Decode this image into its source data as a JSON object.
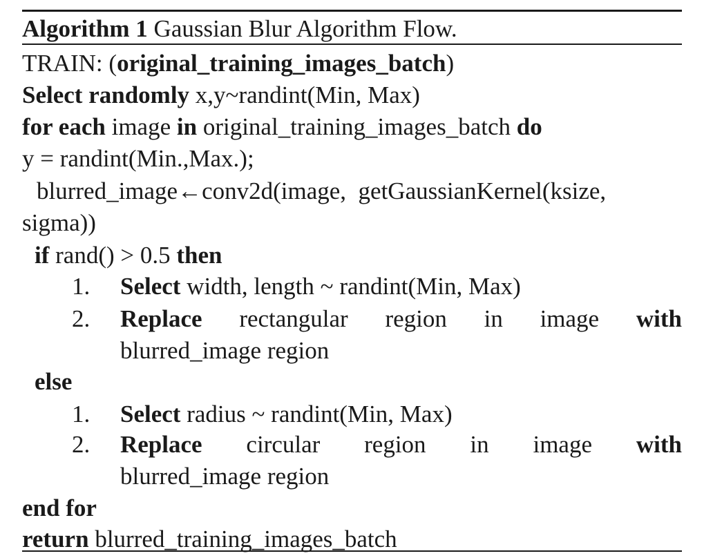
{
  "caption": {
    "label": "Algorithm 1",
    "title": "Gaussian Blur Algorithm Flow."
  },
  "lines": {
    "train_prefix": "TRAIN: (",
    "train_arg": "original_training_images_batch",
    "train_suffix": ")",
    "select_kw": "Select randomly",
    "select_rest": " x,y~randint(Min, Max)",
    "for_kw": "for each",
    "for_mid": " image ",
    "for_in": "in",
    "for_rest": " original_training_images_batch ",
    "for_do": "do",
    "y_assign": "y = randint(Min.,Max.);",
    "blur_line1": "blurred_image←conv2d(image,  getGaussianKernel(ksize,",
    "blur_line2": "sigma))",
    "if_kw": "if",
    "if_cond": " rand() > 0.5 ",
    "if_then": "then",
    "if_step1_num": "1.",
    "if_step1_kw": "Select",
    "if_step1_rest": " width, length ~ randint(Min, Max)",
    "if_step2_num": "2.",
    "if_step2_words": [
      "Replace",
      "rectangular",
      "region",
      "in",
      "image",
      "with"
    ],
    "if_step2_cont": "blurred_image region",
    "else_kw": "else",
    "else_step1_num": "1.",
    "else_step1_kw": "Select",
    "else_step1_rest": " radius ~ randint(Min, Max)",
    "else_step2_num": "2.",
    "else_step2_words": [
      "Replace",
      "circular",
      "region",
      "in",
      "image",
      "with"
    ],
    "else_step2_cont": "blurred_image region",
    "endfor_kw": "end for",
    "return_kw": "return",
    "return_rest": " blurred_training_images_batch"
  }
}
